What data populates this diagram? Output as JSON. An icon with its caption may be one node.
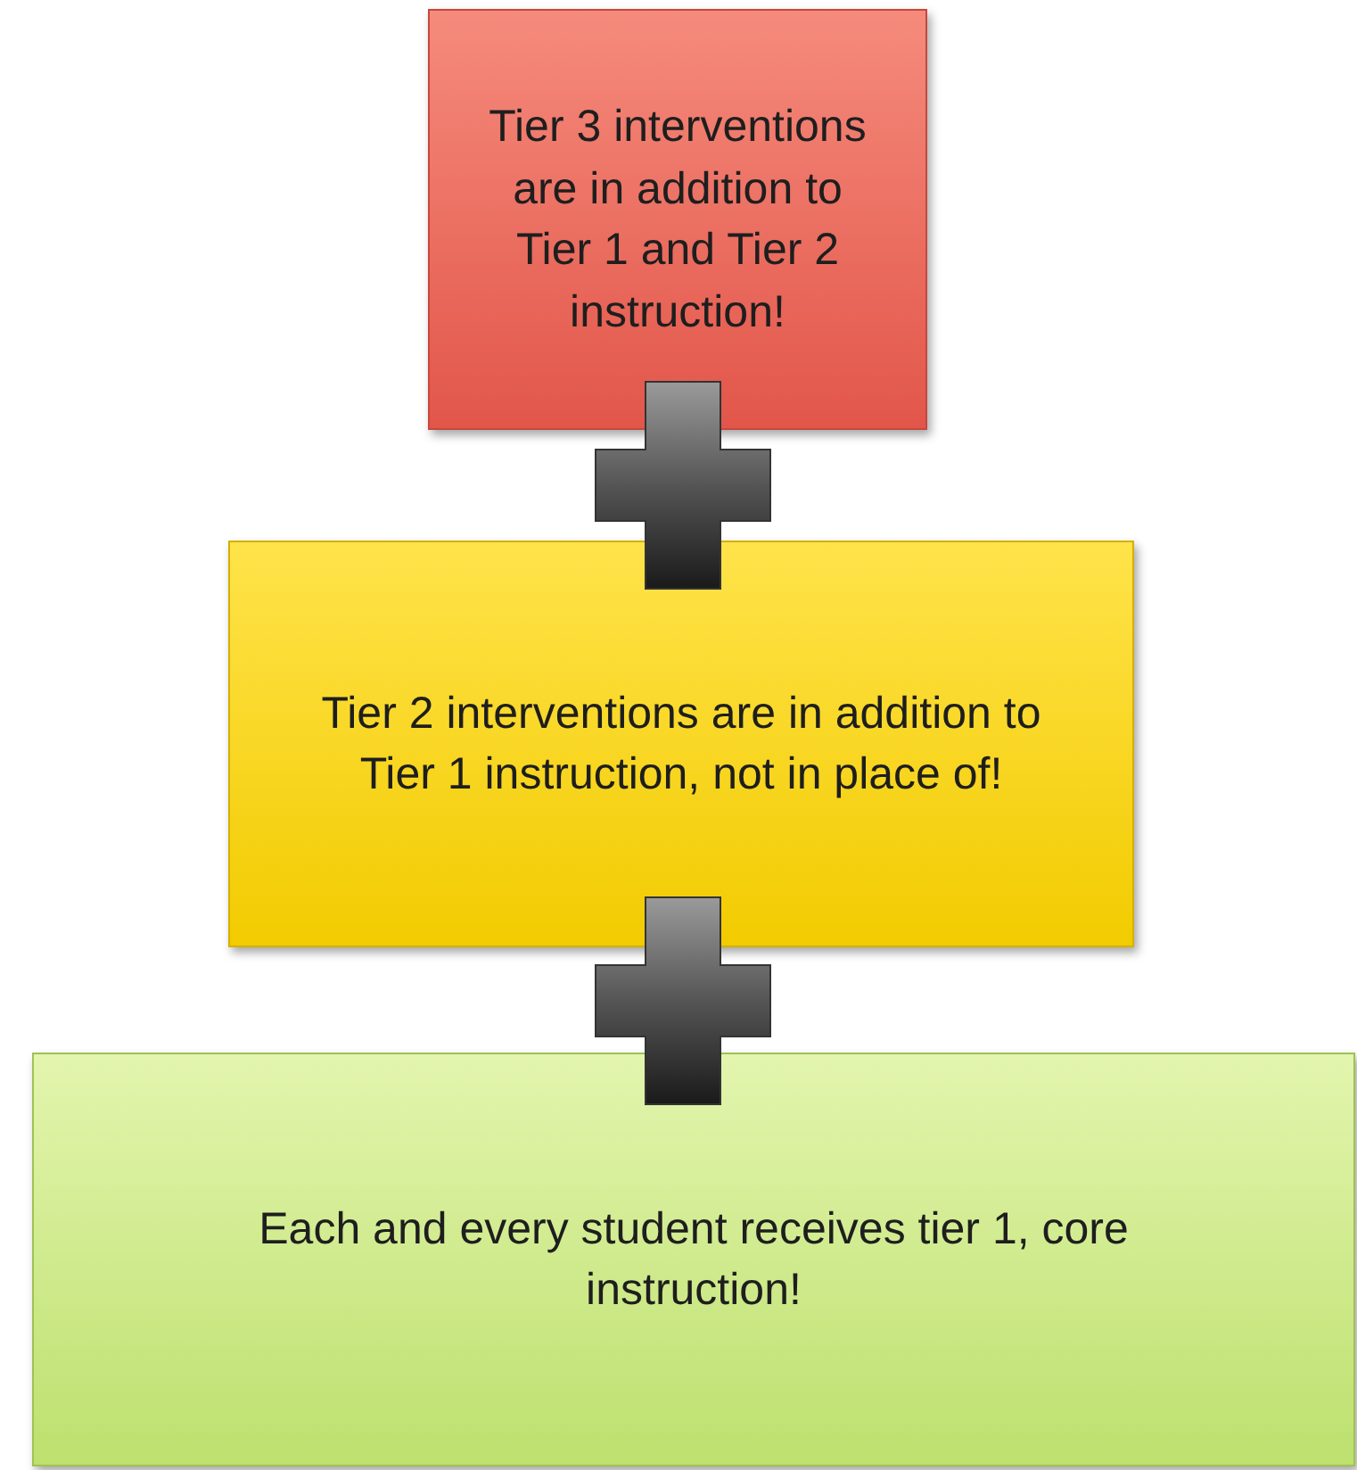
{
  "diagram": {
    "nodes": [
      {
        "text": [
          "Tier 3 interventions are in addition to Tier 1 and Tier 2 instruction!"
        ]
      },
      {
        "text": [
          "Tier 2 interventions are in addition to Tier 1 instruction, not in place of!"
        ]
      },
      {
        "text": [
          "Each and every student receives tier 1, core instruction!"
        ]
      }
    ]
  }
}
